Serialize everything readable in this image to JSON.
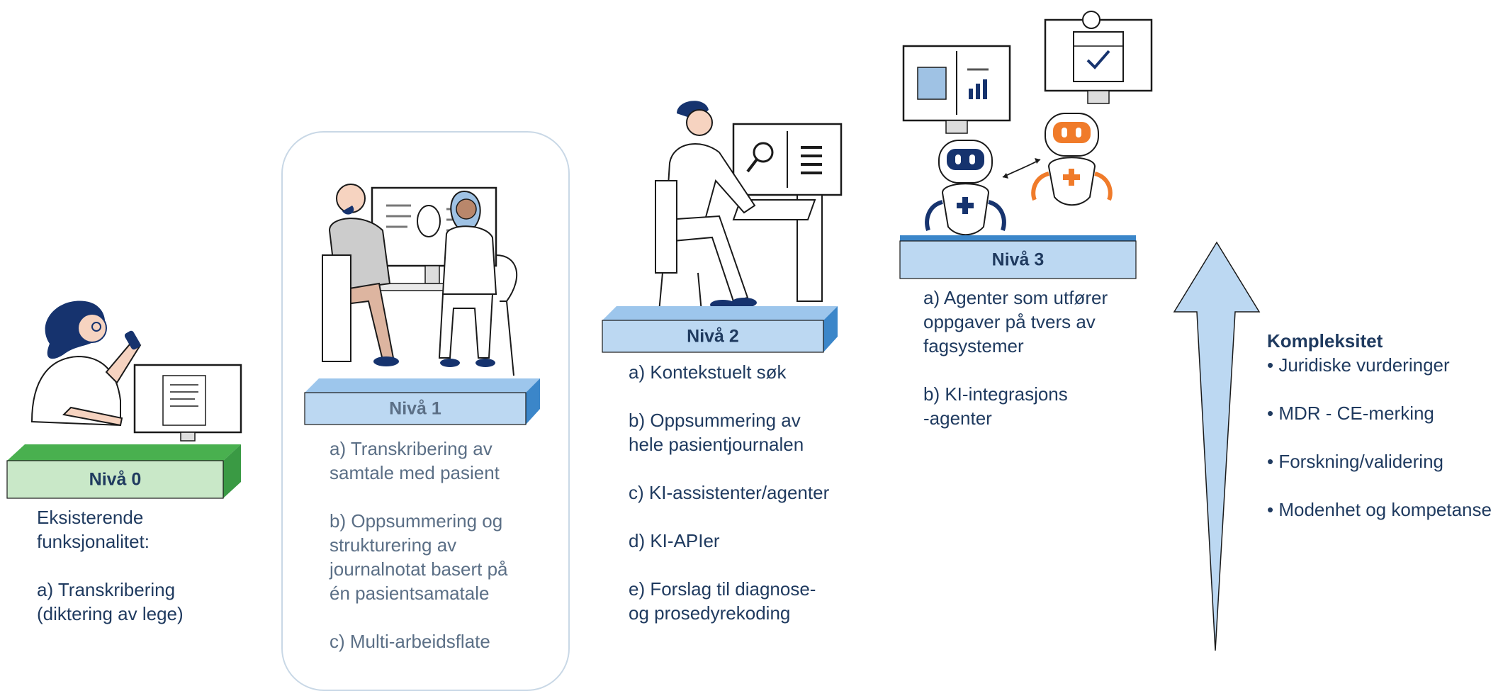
{
  "levels": [
    {
      "label": "Nivå 0",
      "lines": [
        "Eksisterende",
        "funksjonalitet:",
        "",
        "a) Transkribering",
        "(diktering av lege)"
      ]
    },
    {
      "label": "Nivå 1",
      "lines": [
        "a) Transkribering av",
        "samtale med pasient",
        "",
        "b) Oppsummering og",
        "strukturering av",
        "journalnotat basert på",
        "én pasientsamatale",
        "",
        "c) Multi-arbeidsflate"
      ]
    },
    {
      "label": "Nivå 2",
      "lines": [
        "a) Kontekstuelt søk",
        "",
        "b) Oppsummering av",
        "hele pasientjournalen",
        "",
        "c) KI-assistenter/agenter",
        "",
        "d) KI-APIer",
        "",
        "e) Forslag til diagnose-",
        "og prosedyrekoding"
      ]
    },
    {
      "label": "Nivå 3",
      "lines": [
        "a) Agenter som utfører",
        "oppgaver på tvers av",
        "fagsystemer",
        "",
        "b) KI-integrasjons",
        "-agenter"
      ]
    }
  ],
  "complexity": {
    "title": "Kompleksitet",
    "items": [
      "• Juridiske vurderinger",
      "• MDR - CE-merking",
      "• Forskning/validering",
      "• Modenhet og kompetanse"
    ]
  },
  "colors": {
    "text": "#1f3a5f",
    "muted_text": "#5b6f86",
    "level0_top": "#c9e8c8",
    "level0_side": "#3a9a44",
    "level_blue_top": "#bcd8f2",
    "level_blue_side": "#3b86c9",
    "arrow_fill": "#bcd8f2",
    "robot_blue": "#16336e",
    "robot_orange": "#f07b2a"
  },
  "icons": [
    "doctor-dictating-icon",
    "consultation-icon",
    "doctor-at-computer-icon",
    "robot-agents-icon",
    "complexity-arrow-icon"
  ]
}
